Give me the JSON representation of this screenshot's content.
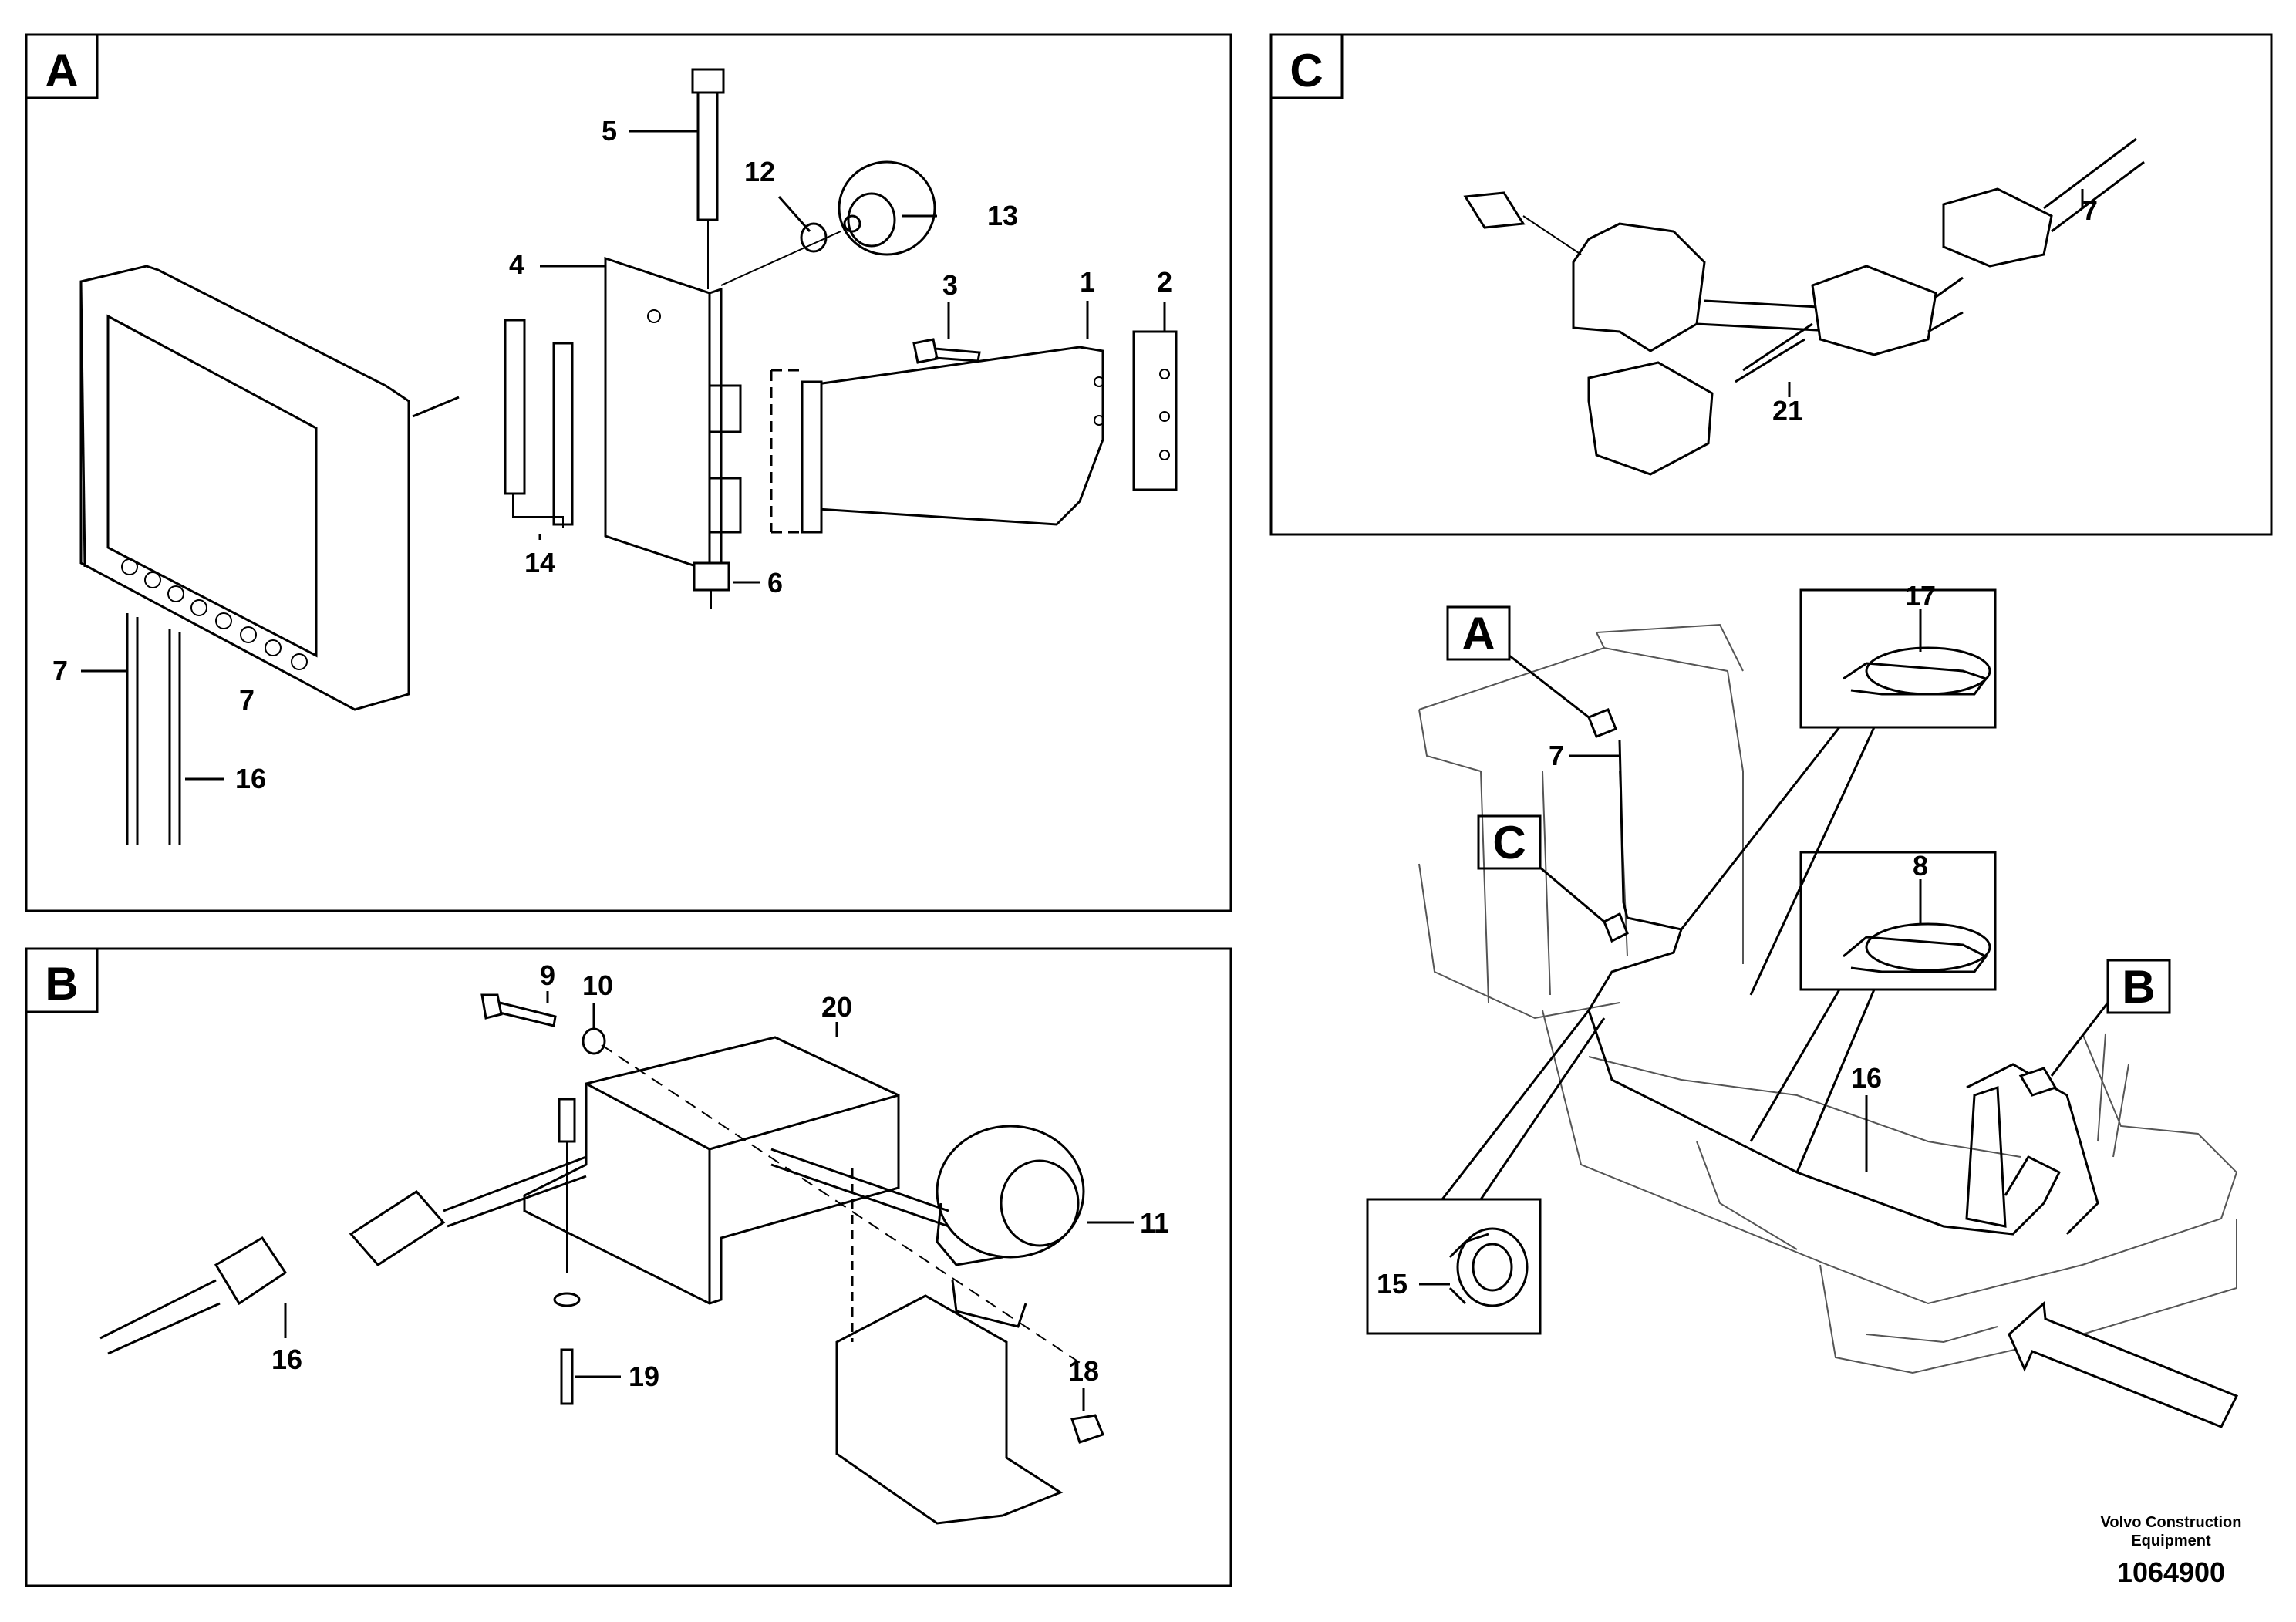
{
  "panels": {
    "A": {
      "tag": "A"
    },
    "B": {
      "tag": "B"
    },
    "C": {
      "tag": "C"
    }
  },
  "overview_tags": {
    "A": "A",
    "B": "B",
    "C": "C"
  },
  "callouts_A": {
    "p1": "1",
    "p2": "2",
    "p3": "3",
    "p4": "4",
    "p5": "5",
    "p6": "6",
    "p7a": "7",
    "p7b": "7",
    "p12": "12",
    "p13": "13",
    "p14": "14",
    "p16": "16"
  },
  "callouts_B": {
    "p9": "9",
    "p10": "10",
    "p11": "11",
    "p16": "16",
    "p18": "18",
    "p19": "19",
    "p20": "20"
  },
  "callouts_C": {
    "p7": "7",
    "p21": "21"
  },
  "callouts_overview": {
    "p7": "7",
    "p8": "8",
    "p15": "15",
    "p16": "16",
    "p17": "17"
  },
  "footer": {
    "brand_line1": "Volvo Construction",
    "brand_line2": "Equipment",
    "doc_number": "1064900"
  }
}
